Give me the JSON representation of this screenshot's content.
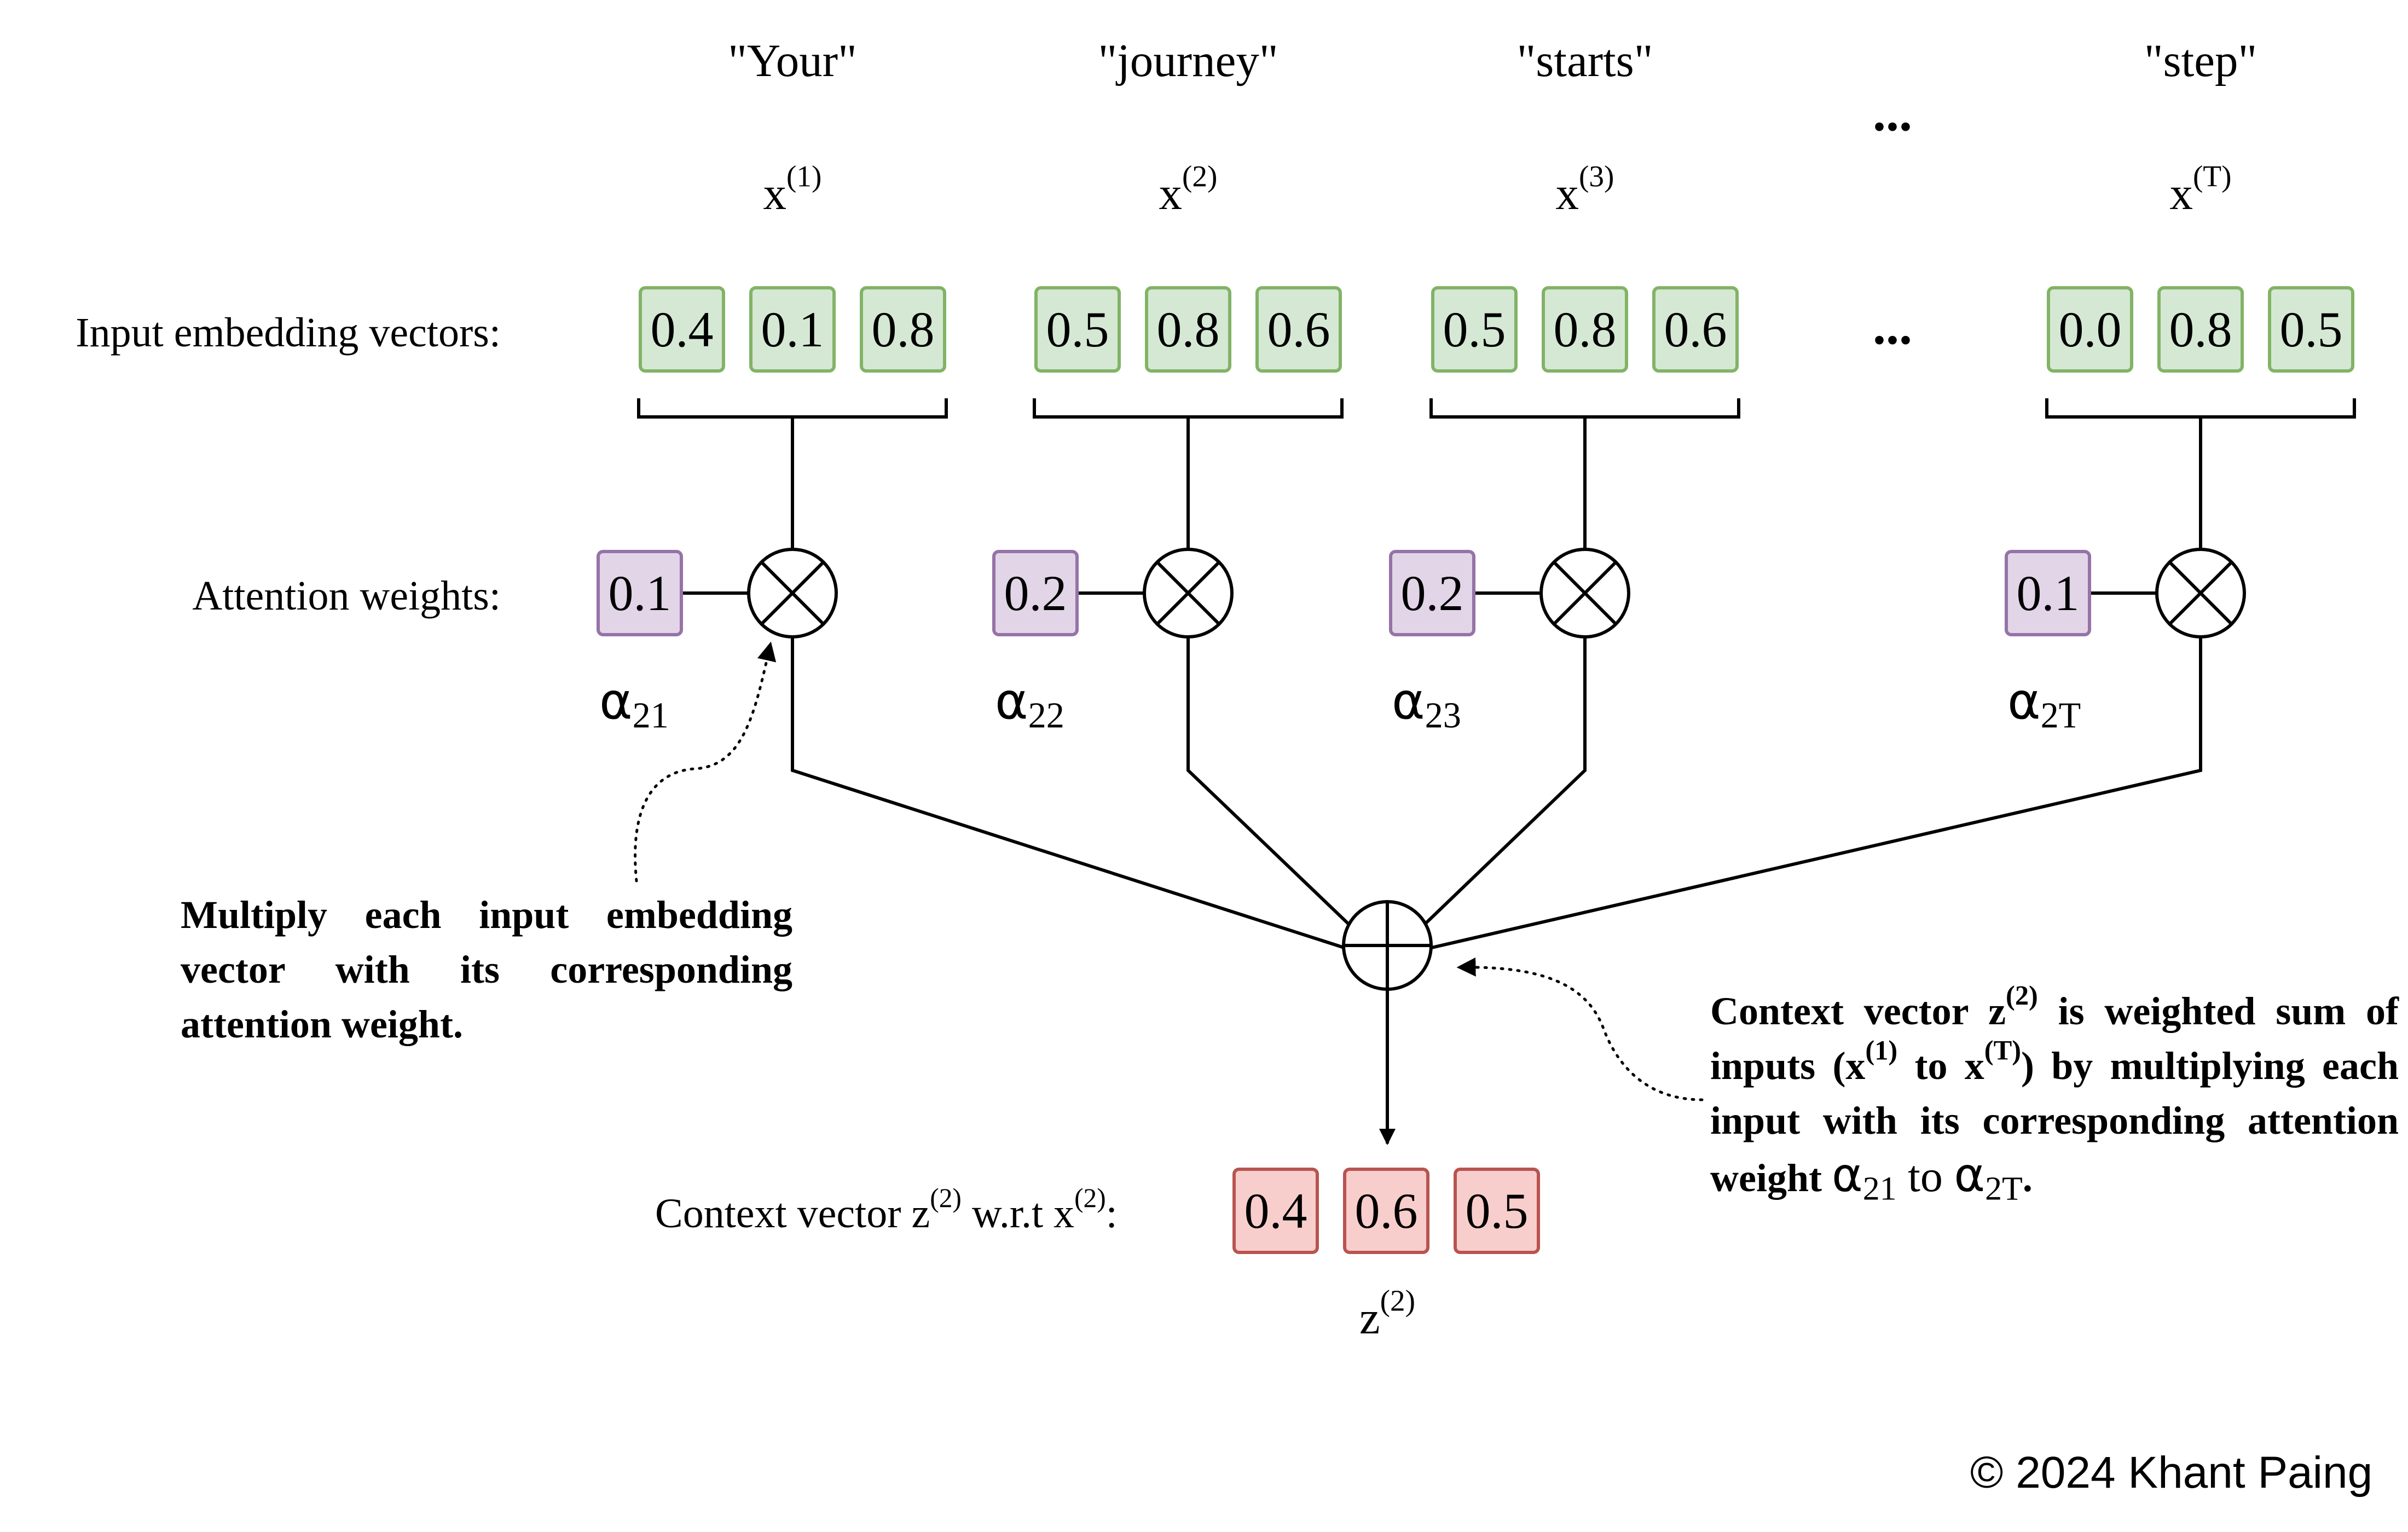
{
  "tokens": [
    {
      "word": "\"Your\"",
      "x_base": "x",
      "x_sup": "(1)",
      "embedding": [
        "0.4",
        "0.1",
        "0.8"
      ],
      "weight": "0.1",
      "alpha": "α",
      "alpha_sub": "21"
    },
    {
      "word": "\"journey\"",
      "x_base": "x",
      "x_sup": "(2)",
      "embedding": [
        "0.5",
        "0.8",
        "0.6"
      ],
      "weight": "0.2",
      "alpha": "α",
      "alpha_sub": "22"
    },
    {
      "word": "\"starts\"",
      "x_base": "x",
      "x_sup": "(3)",
      "embedding": [
        "0.5",
        "0.8",
        "0.6"
      ],
      "weight": "0.2",
      "alpha": "α",
      "alpha_sub": "23"
    },
    {
      "word": "\"step\"",
      "x_base": "x",
      "x_sup": "(T)",
      "embedding": [
        "0.0",
        "0.8",
        "0.5"
      ],
      "weight": "0.1",
      "alpha": "α",
      "alpha_sub": "2T"
    }
  ],
  "ellipsis": "...",
  "labels": {
    "input_embeddings": "Input embedding vectors:",
    "attention_weights": "Attention weights:",
    "context_prefix": "Context vector z",
    "context_sup1": "(2)",
    "context_mid": " w.r.t x",
    "context_sup2": "(2)",
    "context_suffix": ":"
  },
  "context_vector": {
    "values": [
      "0.4",
      "0.6",
      "0.5"
    ],
    "label_base": "z",
    "label_sup": "(2)"
  },
  "notes": {
    "multiply": "Multiply each input embedding vector with its corresponding attention weight.",
    "context_part1": "Context vector z",
    "context_sup_z": "(2)",
    "context_part2": " is weighted sum of inputs (x",
    "context_sup_x1": "(1)",
    "context_part3": " to x",
    "context_sup_xT": "(T)",
    "context_part4": ") by multiplying each input with its corresponding attention weight ",
    "context_alpha": "α",
    "context_alpha_sub1": "21",
    "context_to": " to ",
    "context_alpha_sub2": "2T",
    "context_end": "."
  },
  "operators": {
    "multiply": "multiply-circle",
    "sum": "sum-circle"
  },
  "colors": {
    "embedding_fill": "#d5e8d4",
    "embedding_border": "#82b366",
    "weight_fill": "#e1d5e7",
    "weight_border": "#9673a6",
    "context_fill": "#f8cecc",
    "context_border": "#b85450"
  },
  "copyright": "© 2024 Khant Paing"
}
